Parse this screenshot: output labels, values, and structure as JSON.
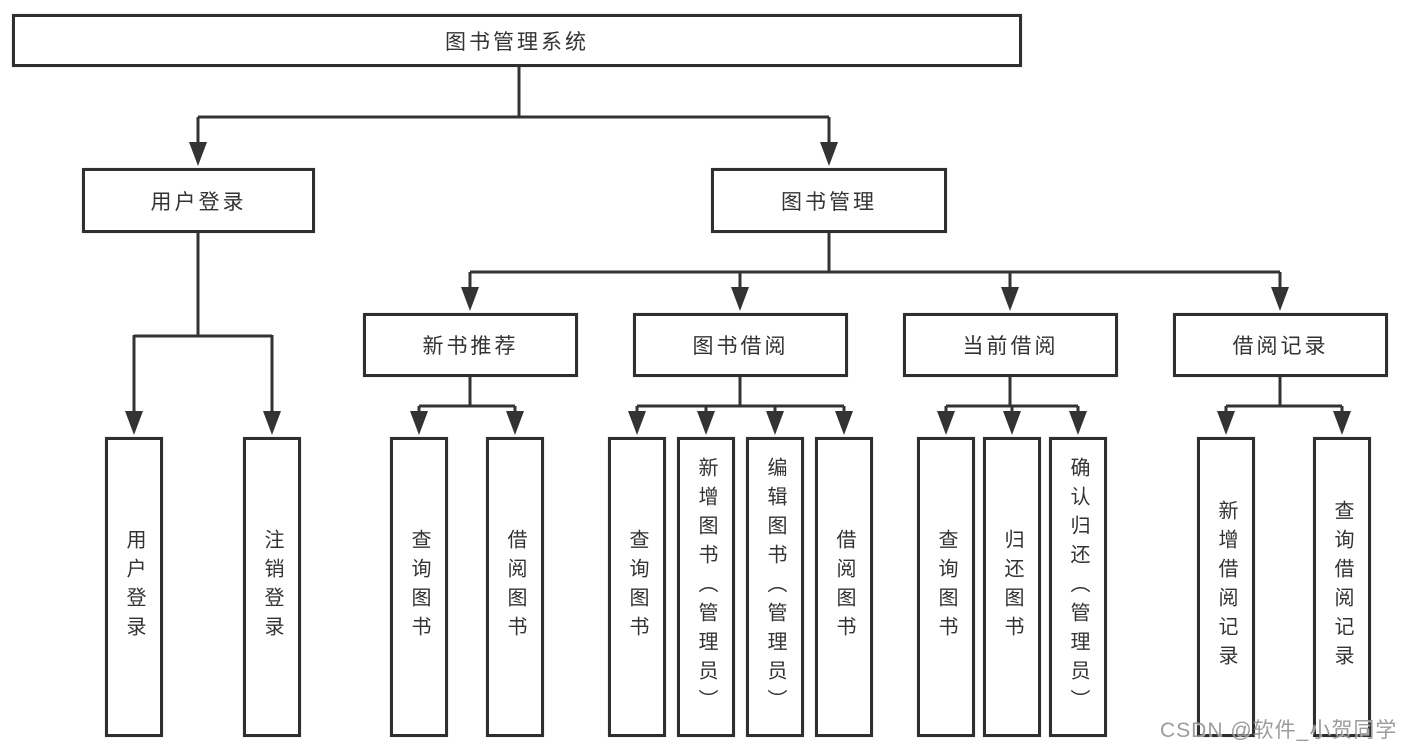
{
  "diagram": {
    "root": {
      "label": "图书管理系统"
    },
    "branches": [
      {
        "label": "用户登录",
        "children": [
          {
            "label": "用户登录"
          },
          {
            "label": "注销登录"
          }
        ]
      },
      {
        "label": "图书管理",
        "children": [
          {
            "label": "新书推荐",
            "children": [
              {
                "label": "查询图书"
              },
              {
                "label": "借阅图书"
              }
            ]
          },
          {
            "label": "图书借阅",
            "children": [
              {
                "label": "查询图书"
              },
              {
                "label": "新增图书（管理员）"
              },
              {
                "label": "编辑图书（管理员）"
              },
              {
                "label": "借阅图书"
              }
            ]
          },
          {
            "label": "当前借阅",
            "children": [
              {
                "label": "查询图书"
              },
              {
                "label": "归还图书"
              },
              {
                "label": "确认归还（管理员）"
              }
            ]
          },
          {
            "label": "借阅记录",
            "children": [
              {
                "label": "新增借阅记录"
              },
              {
                "label": "查询借阅记录"
              }
            ]
          }
        ]
      }
    ]
  },
  "watermark": {
    "text": "CSDN @软件_小贺同学"
  },
  "colors": {
    "line": "#333333",
    "box_border": "#2f2f2f",
    "text": "#333333",
    "watermark": "#919191",
    "background": "#ffffff"
  }
}
